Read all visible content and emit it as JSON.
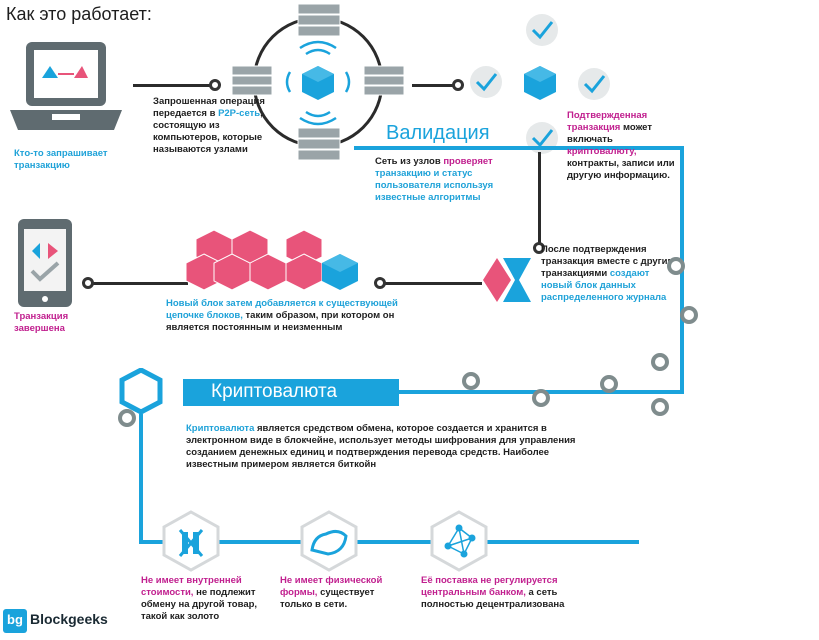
{
  "title": "Как это работает:",
  "step1": {
    "cyan": "Кто-то запрашивает транзакцию"
  },
  "step2": {
    "part1": "Запрошенная операция передается в",
    "cyan": "P2P-сеть",
    "part2": ", состоящую из компьютеров, которые называются узлами"
  },
  "validation": {
    "label": "Валидация",
    "part1": "Сеть из узлов",
    "mag": "проверяет",
    "cyan": "транзакцию и статус пользователя используя известные алгоритмы"
  },
  "confirmed": {
    "mag1": "Подтвержденная транзакция",
    "part1": "может включать",
    "mag2": "криптовалюту,",
    "part2": "контракты, записи или другую информацию."
  },
  "after": {
    "part1": "После подтверждения транзакция вместе с другими транзакциями",
    "cyan": "создают новый блок данных распределенного журнала"
  },
  "newblock": {
    "cyan": "Новый блок затем добавляется к существующей цепочке блоков,",
    "part2": "таким образом, при котором он является постоянным и неизменным"
  },
  "complete": {
    "mag": "Транзакция завершена"
  },
  "crypto": {
    "label": "Криптовалюта",
    "cyan": "Криптовалюта",
    "part": "является средством обмена, которое создается и хранится в электронном виде в блокчейне, использует методы шифрования для управления созданием денежных единиц и подтверждения перевода средств. Наиболее известным примером является биткойн"
  },
  "props": [
    {
      "mag": "Не имеет внутренней стоимости,",
      "rest": "не подлежит обмену на другой товар, такой как золото"
    },
    {
      "mag": "Не имеет физической формы,",
      "rest": "существует только в сети."
    },
    {
      "mag": "Её поставка не регулируется центральным банком,",
      "rest": "а сеть полностью децентрализована"
    }
  ],
  "logo": {
    "mark": "bg",
    "word": "Blockgeeks"
  },
  "colors": {
    "cyan": "#1aa3dc",
    "magenta": "#c1208f",
    "pink": "#e8547a",
    "gray": "#7f8c8d"
  }
}
